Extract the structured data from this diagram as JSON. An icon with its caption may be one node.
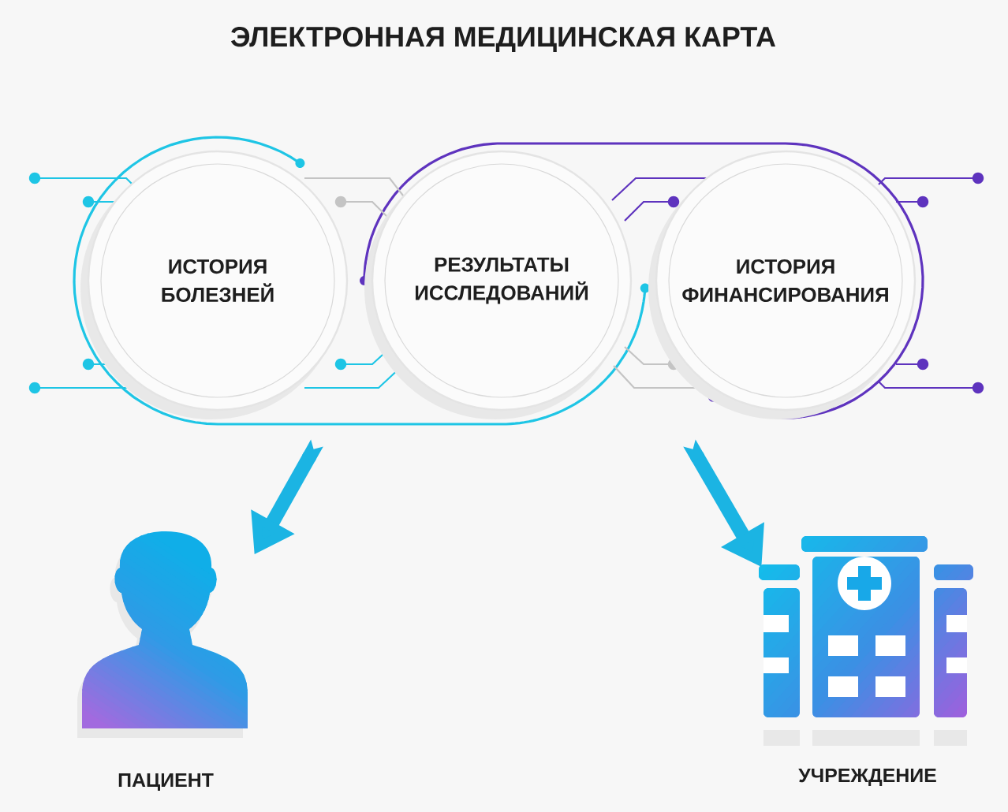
{
  "diagram": {
    "title": "ЭЛЕКТРОННАЯ МЕДИЦИНСКАЯ КАРТА",
    "nodes": [
      {
        "text": [
          "ИСТОРИЯ БОЛЕЗНЕЙ"
        ]
      },
      {
        "text": [
          "РЕЗУЛЬТАТЫ ИССЛЕДОВАНИЙ"
        ]
      },
      {
        "text": [
          "ИСТОРИЯ ФИНАНСИРОВАНИЯ"
        ]
      },
      {
        "text": [
          "ПАЦИЕНТ"
        ]
      },
      {
        "text": [
          "УЧРЕЖДЕНИЕ"
        ]
      }
    ],
    "edges": [
      {
        "from": null,
        "to": 3,
        "arrow": "to"
      },
      {
        "from": null,
        "to": 4,
        "arrow": "to"
      }
    ]
  }
}
